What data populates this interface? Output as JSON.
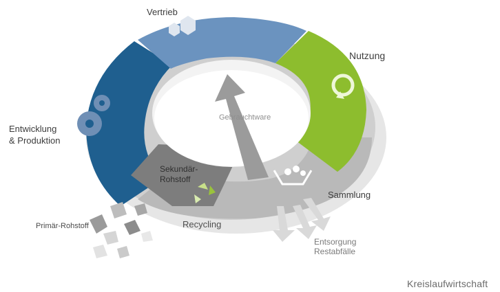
{
  "labels": {
    "vertrieb": "Vertrieb",
    "nutzung": "Nutzung",
    "entwicklung_line1": "Entwicklung",
    "entwicklung_line2": "& Produktion",
    "gebrauchtware": "Gebrauchtware",
    "sekundaer_line1": "Sekundär-",
    "sekundaer_line2": "Rohstoff",
    "sammlung": "Sammlung",
    "primaer": "Primär-Rohstoff",
    "recycling": "Recycling",
    "entsorgung_line1": "Entsorgung",
    "entsorgung_line2": "Restabfälle"
  },
  "caption": "Kreislaufwirtschaft",
  "colors": {
    "entwicklung": "#1f5f8f",
    "vertrieb": "#6b93bf",
    "nutzung": "#8dbd2e",
    "sammlung": "#b7b7b7",
    "recycling": "#888888",
    "ring_shadow": "#d9d9d9"
  },
  "icons": [
    "gear-icon",
    "hexagon-icon",
    "cycle-arrow-icon",
    "recycle-icon",
    "basket-icon"
  ]
}
